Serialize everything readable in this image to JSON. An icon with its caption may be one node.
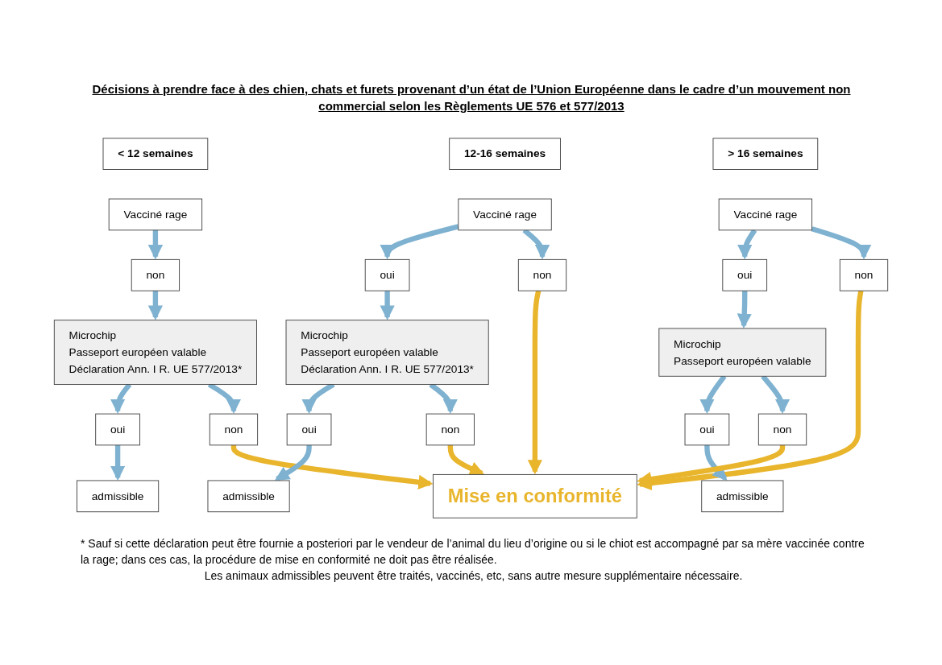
{
  "diagram": {
    "title": "Décisions à prendre face à des chien, chats et furets provenant d’un état de l’Union Européenne dans le cadre d’un mouvement non commercial selon les Règlements UE 576 et 577/2013",
    "nodes": [
      {
        "text": [
          "< 12 semaines"
        ]
      },
      {
        "text": [
          "12-16 semaines"
        ]
      },
      {
        "text": [
          "> 16 semaines"
        ]
      },
      {
        "text": [
          "Vacciné rage"
        ]
      },
      {
        "text": [
          "Vacciné rage"
        ]
      },
      {
        "text": [
          "Vacciné rage"
        ]
      },
      {
        "text": [
          "non"
        ]
      },
      {
        "text": [
          "oui"
        ]
      },
      {
        "text": [
          "non"
        ]
      },
      {
        "text": [
          "oui"
        ]
      },
      {
        "text": [
          "non"
        ]
      },
      {
        "text": [
          "Microchip",
          "Passeport européen valable",
          "Déclaration Ann. I R. UE 577/2013*"
        ]
      },
      {
        "text": [
          "Microchip",
          "Passeport européen valable",
          "Déclaration Ann. I R. UE 577/2013*"
        ]
      },
      {
        "text": [
          "Microchip",
          "Passeport européen valable"
        ]
      },
      {
        "text": [
          "oui"
        ]
      },
      {
        "text": [
          "non"
        ]
      },
      {
        "text": [
          "oui"
        ]
      },
      {
        "text": [
          "non"
        ]
      },
      {
        "text": [
          "oui"
        ]
      },
      {
        "text": [
          "non"
        ]
      },
      {
        "text": [
          "admissible"
        ]
      },
      {
        "text": [
          "admissible"
        ]
      },
      {
        "text": [
          "admissible"
        ]
      },
      {
        "text": [
          "Mise en conformité"
        ]
      }
    ],
    "edges": [
      {
        "from": 3,
        "to": 6,
        "arrow": "to"
      },
      {
        "from": 6,
        "to": 11,
        "arrow": "to"
      },
      {
        "from": 4,
        "to": 7,
        "arrow": "to"
      },
      {
        "from": 4,
        "to": 8,
        "arrow": "to"
      },
      {
        "from": 7,
        "to": 12,
        "arrow": "to"
      },
      {
        "from": 8,
        "to": 23,
        "arrow": "to",
        "color": "#e8b52c"
      },
      {
        "from": 5,
        "to": 9,
        "arrow": "to"
      },
      {
        "from": 5,
        "to": 10,
        "arrow": "to"
      },
      {
        "from": 9,
        "to": 13,
        "arrow": "to"
      },
      {
        "from": 10,
        "to": 23,
        "arrow": "to",
        "color": "#e8b52c"
      },
      {
        "from": 11,
        "to": 14,
        "arrow": "to"
      },
      {
        "from": 11,
        "to": 15,
        "arrow": "to"
      },
      {
        "from": 12,
        "to": 16,
        "arrow": "to"
      },
      {
        "from": 12,
        "to": 17,
        "arrow": "to"
      },
      {
        "from": 13,
        "to": 18,
        "arrow": "to"
      },
      {
        "from": 13,
        "to": 19,
        "arrow": "to"
      },
      {
        "from": 14,
        "to": 20,
        "arrow": "to"
      },
      {
        "from": 15,
        "to": 23,
        "arrow": "to",
        "color": "#e8b52c"
      },
      {
        "from": 16,
        "to": 21,
        "arrow": "to"
      },
      {
        "from": 17,
        "to": 23,
        "arrow": "to",
        "color": "#e8b52c"
      },
      {
        "from": 18,
        "to": 22,
        "arrow": "to"
      },
      {
        "from": 19,
        "to": 23,
        "arrow": "to",
        "color": "#e8b52c"
      }
    ],
    "labels": [
      "* Sauf si cette déclaration peut être fournie a posteriori par le vendeur de l’animal du lieu d’origine ou si le chiot est accompagné par sa mère vaccinée contre la rage; dans ces cas, la procédure de mise en conformité ne doit pas être réalisée.",
      "Les animaux admissibles peuvent être traités, vaccinés, etc, sans autre mesure supplémentaire nécessaire."
    ]
  }
}
